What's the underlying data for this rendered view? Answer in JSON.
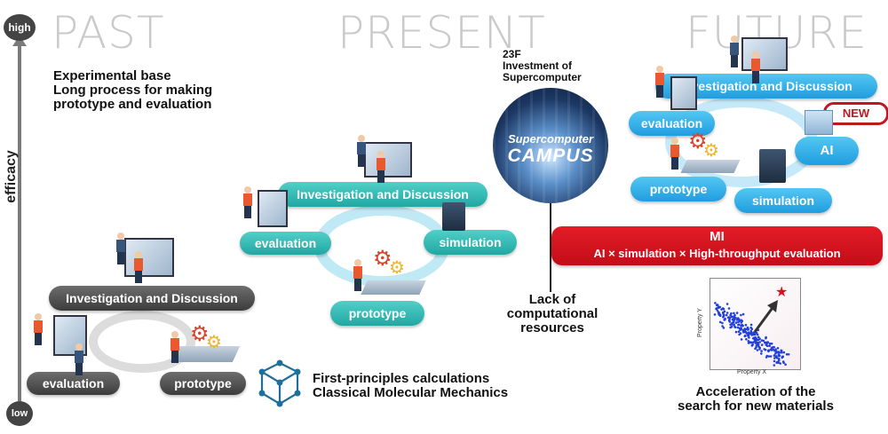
{
  "axis": {
    "high": "high",
    "low": "low",
    "label": "efficacy"
  },
  "eras": {
    "past": "PAST",
    "present": "PRESENT",
    "future": "FUTURE"
  },
  "past": {
    "description_lines": [
      "Experimental base",
      "Long process for making",
      "prototype and evaluation"
    ],
    "investigation": "Investigation and Discussion",
    "evaluation": "evaluation",
    "prototype": "prototype"
  },
  "present": {
    "investigation": "Investigation and Discussion",
    "evaluation": "evaluation",
    "simulation": "simulation",
    "prototype": "prototype",
    "methods_lines": [
      "First-principles calculations",
      "Classical Molecular Mechanics"
    ]
  },
  "supercomputer": {
    "caption_lines": [
      "23F",
      "Investment of",
      "Supercomputer"
    ],
    "logo_line1": "Supercomputer",
    "logo_line2": "CAMPUS",
    "lack_lines": [
      "Lack of",
      "computational",
      "resources"
    ]
  },
  "future": {
    "investigation": "Investigation and Discussion",
    "new_badge": "NEW",
    "evaluation": "evaluation",
    "ai": "AI",
    "prototype": "prototype",
    "simulation": "simulation",
    "mi_title": "MI",
    "mi_subtitle": "AI × simulation × High-throughput evaluation",
    "plot_xlabel": "Property X",
    "plot_ylabel": "Property Y",
    "acceleration_lines": [
      "Acceleration of the",
      "search for new materials"
    ]
  },
  "colors": {
    "mi_red": "#d8101e",
    "teal": "#2bb3ad",
    "blue": "#2aa6e8",
    "dark": "#4a4a4a",
    "era_gray": "#c9c9c9"
  }
}
